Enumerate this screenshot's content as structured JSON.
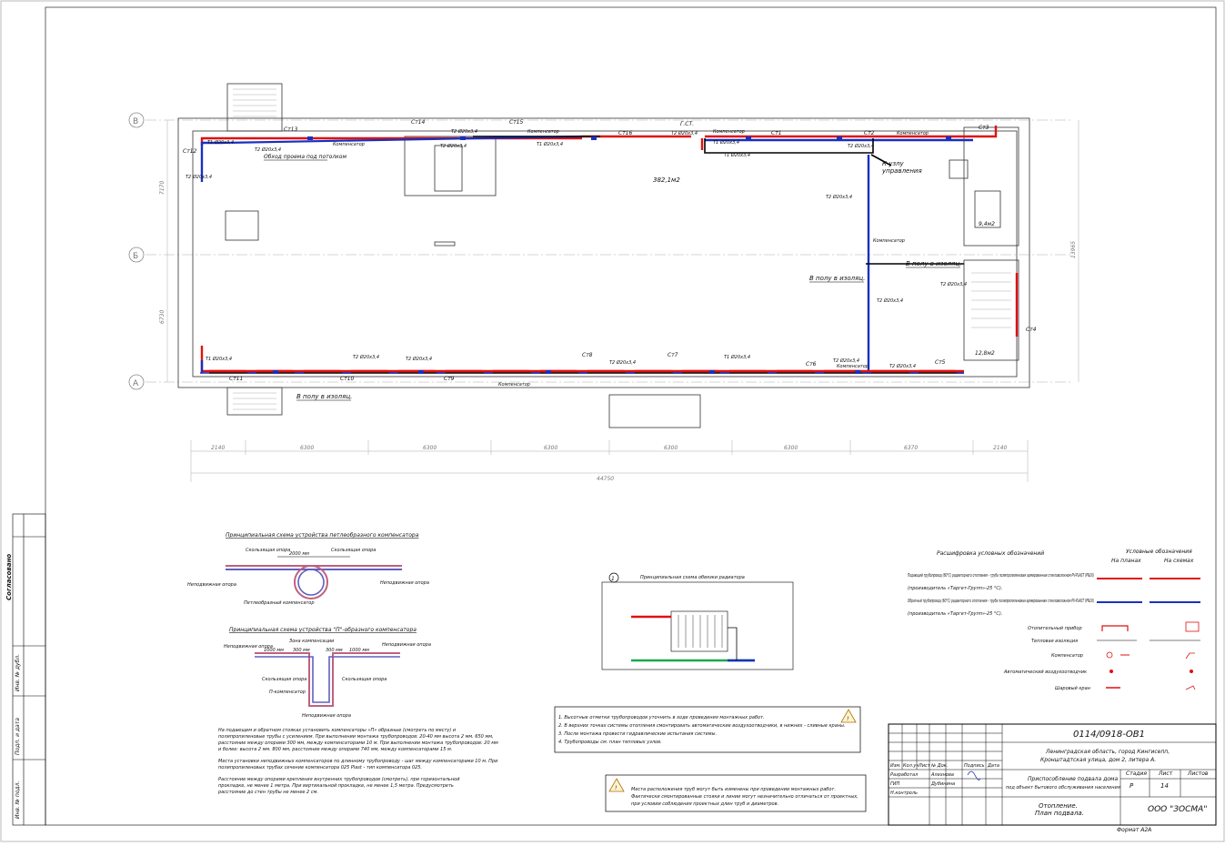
{
  "axes": {
    "top": "В",
    "mid": "Б",
    "bottom": "А"
  },
  "dims": {
    "segments": [
      "2140",
      "6300",
      "6300",
      "6300",
      "6300",
      "6300",
      "6370",
      "2140"
    ],
    "total": "44750",
    "left_upper": "7170",
    "left_lower": "6730",
    "right_total": "13965"
  },
  "areas": {
    "main": "382,1м2",
    "right_upper": "9,4м2",
    "right_lower": "12,8м2"
  },
  "stoyaks": {
    "top": [
      "Ст12",
      "Ст13",
      "Ст14",
      "Ст15",
      "Ст16",
      "Г.СТ.",
      "Ст1",
      "Ст2",
      "Ст3"
    ],
    "bottom": [
      "Ст11",
      "Ст10",
      "Ст9",
      "Ст8",
      "Ст7",
      "Ст6",
      "Ст5",
      "Ст4"
    ]
  },
  "notes_plan": {
    "obhod": "Обход проема под потолком",
    "k_uzlu": "К узлу",
    "upravl": "управления",
    "v_polu_1": "В полу в изоляц.",
    "v_polu_2": "В полу в изоляц.",
    "v_polu_3": "В полу в изоляц.",
    "kompensator": "Компенсатор",
    "t1": "Т1 Ø20х3,4",
    "t2": "Т2 Ø20х3,4"
  },
  "schemes": {
    "s1_title": "Принципиальная схема устройства петлеобразного компенсатора",
    "s1_labels": [
      "Скользящая опора",
      "2000 мм",
      "Скользящая опора",
      "Неподвижная опора",
      "Неподвижная опора",
      "Петлеобразный компенсатор"
    ],
    "s2_title": "Принципиальная схема устройства \"П\"-образного компенсатора",
    "s2_labels": [
      "Неподвижная опора",
      "Зона компенсации",
      "1000 мм",
      "300 мм",
      "300 мм",
      "1000 мм",
      "Неподвижная опора",
      "Скользящая опора",
      "Скользящая опора",
      "П-компенсатор",
      "Неподвижная опора"
    ],
    "s3_title": "Принципиальная схема обвязки радиатора"
  },
  "legend": {
    "title": "Расшифровка условных обозначений",
    "col_head": "Условные обозначения",
    "col_plan": "На планах",
    "col_scheme": "На схемах",
    "supply": "Подающий трубопровод (80°С) радиаторного отопления - труба полипропиленовая армированная стекловолокном PV-PLAST (PN20)",
    "supply2": "(производитель «Таргет-Групп»-25 °С).",
    "return": "Обратный трубопровод (60°С) радиаторного отопления - труба полипропиленовая армированная стекловолокном PV-PLAST (PN20)",
    "return2": "(производитель «Таргет-Групп»-25 °С).",
    "rows": [
      "Отопительный прибор",
      "Тепловая изоляция",
      "Компенсатор",
      "Автоматический воздухоотводчик",
      "Шаровый кран"
    ],
    "colors": {
      "supply": "#e01010",
      "return": "#1830c0"
    }
  },
  "notes": [
    "1. Высотные отметки трубопроводов уточнить в ходе проведения монтажных работ.",
    "2. В верхних точках системы отопления смонтировать автоматические воздухоотводчики, в нижних - сливные краны.",
    "3. После монтажа провести гидравлические испытания системы.",
    "4. Трубопроводы см. план тепловых узлов."
  ],
  "warning": {
    "l1": "Места расположения труб могут быть изменены при проведении монтажных работ.",
    "l2": "Фактически смонтированные стояки и линии могут незначительно отличаться от проектных,",
    "l3": "при условии соблюдения проектных длин труб и диаметров."
  },
  "text_block": [
    "На подающем и обратном стояках установить компенсаторы «П» образные (смотреть по месту) и",
    "полипропиленовые трубы с усилением. При выполнении монтажа трубопроводов: 20-40 мм высота 2 мм. 650 мм,",
    "расстояние между опорами 300 мм, между компенсаторами 10 м. При выполнении монтажа трубопроводов: 20 мм",
    "и более: высота 2 мм. 800 мм, расстояние между опорами 740 мм, между компенсаторами 15 м.",
    "Места установки неподвижных компенсаторов по длинному трубопроводу - шаг между компенсаторами 10 м. При",
    "полипропиленовых трубах сечение компенсатора 025 Plast - тип компенсатора 025.",
    "Расстояние между опорами крепления внутренних трубопроводов (смотреть), при горизонтальной",
    "прокладке, не менее 1 метра. При вертикальной прокладке, не менее 1,5 метра. Предусмотреть",
    "расстояние до стен трубы не менее 2 см."
  ],
  "stamp": {
    "code": "0114/0918-ОВ1",
    "address1": "Ленинградская область, город Кингисепп,",
    "address2": "Кронштадтская улица, дом 2, литера А.",
    "object1": "Приспособление подвала дома",
    "object2": "под объект бытового обслуживания населения",
    "stage_head": "Стадия",
    "sheet_head": "Лист",
    "sheets_head": "Листов",
    "stage": "Р",
    "sheet": "14",
    "sheets": "",
    "drawing1": "Отопление.",
    "drawing2": "План подвала.",
    "company": "ООО \"ЗОСМА\"",
    "heads": [
      "Изм.",
      "Кол.уч",
      "Лист",
      "№ Док.",
      "Подпись",
      "Дата"
    ],
    "roles": [
      "Разработал",
      "ГИП",
      "Н.контроль"
    ],
    "names": [
      "Алехнова",
      "Дубинина",
      ""
    ],
    "format": "Формат А2А"
  },
  "side_stamp": {
    "agreed": "Согласовано",
    "inv1": "Инв. № дубл.",
    "podp": "Подп. и дата",
    "inv2": "Инв. № подл."
  }
}
